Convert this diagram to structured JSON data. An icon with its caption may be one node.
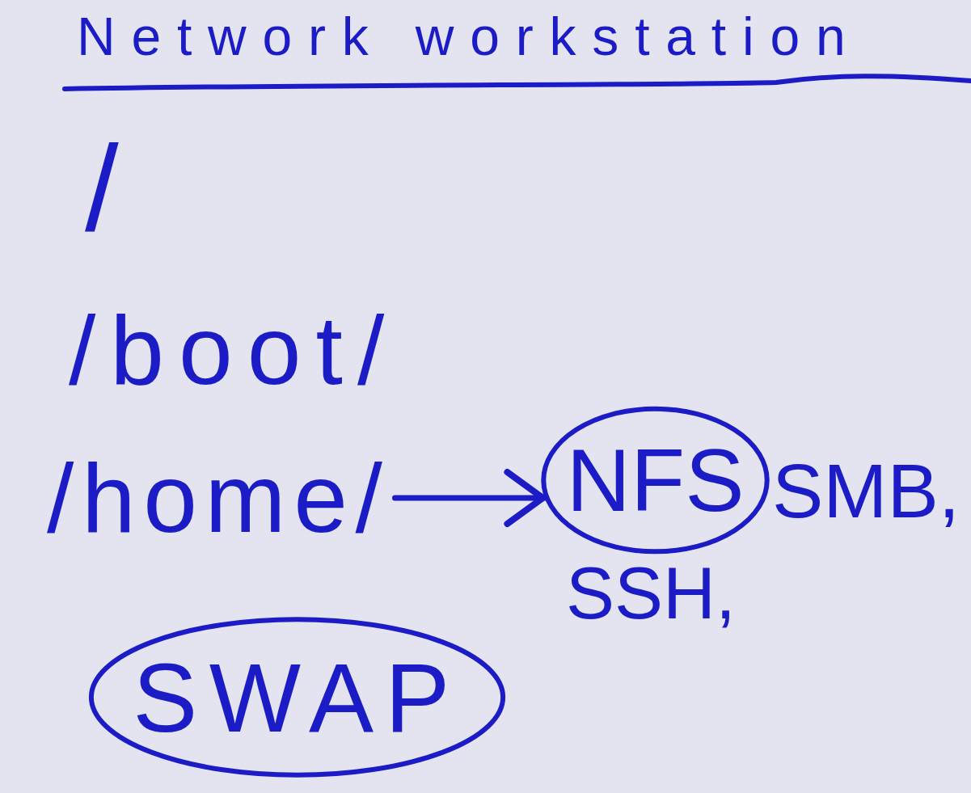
{
  "diagram": {
    "title": "Network workstation",
    "nodes": [
      {
        "text": [
          "/home/"
        ]
      },
      {
        "text": [
          "NFS"
        ]
      },
      {
        "text": [
          "SWAP"
        ]
      }
    ],
    "edges": [
      {
        "from": 0,
        "to": 1,
        "arrow": "to"
      }
    ],
    "labels": [
      "/",
      "/boot/",
      "SMB,",
      "SSH,"
    ]
  }
}
